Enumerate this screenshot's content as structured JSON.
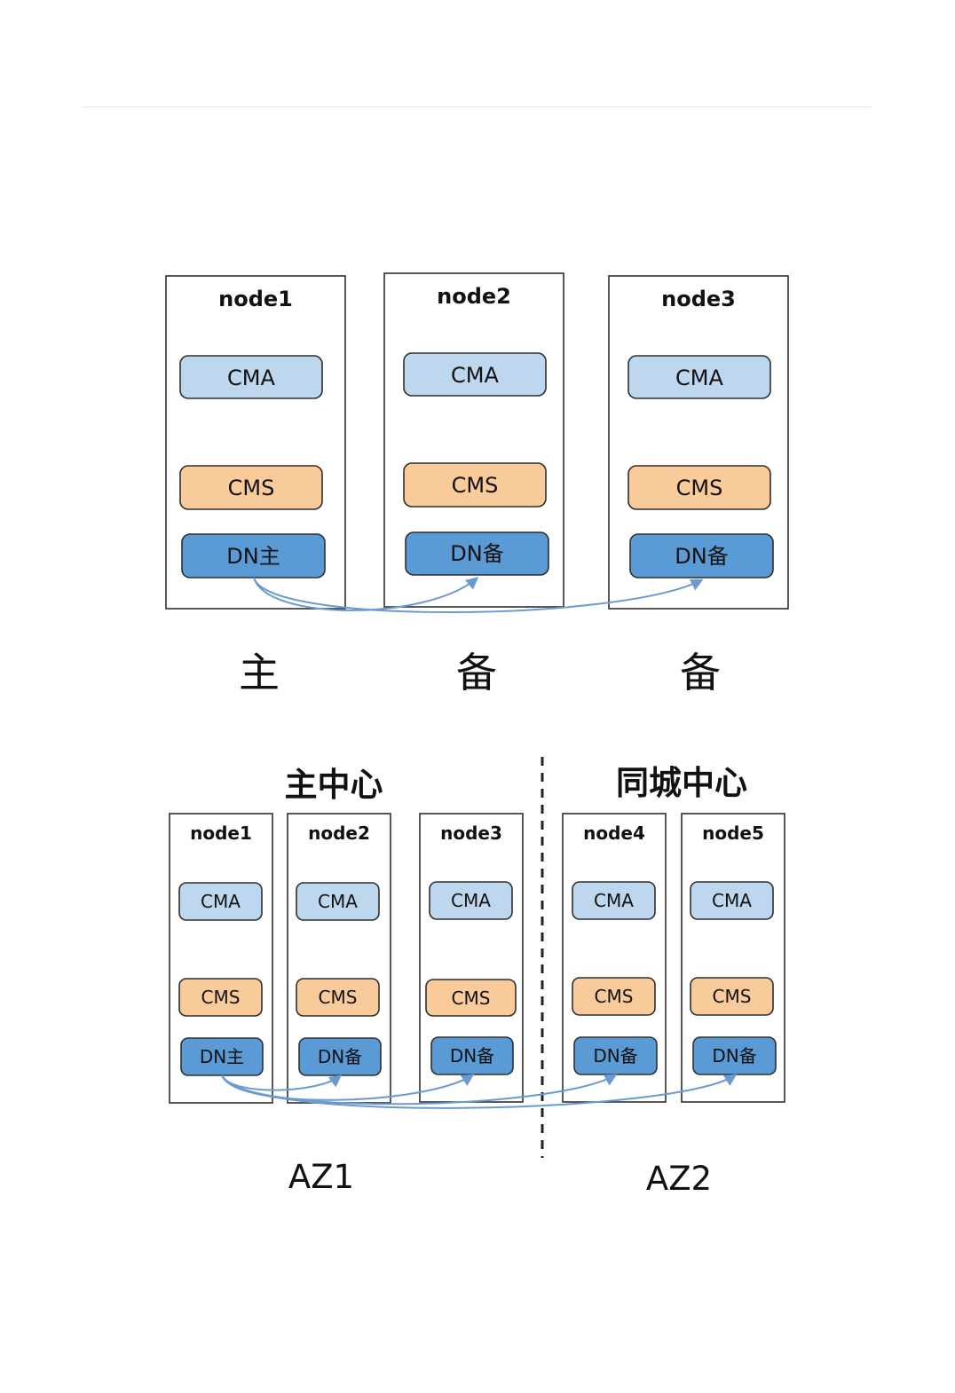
{
  "colors": {
    "cma_fill": "#bdd7ee",
    "cms_fill": "#f9ca9a",
    "dn_fill": "#5b9bd5",
    "arrow": "#6a9ad0",
    "border": "#2e2e2e"
  },
  "diagram_top": {
    "nodes": [
      {
        "title": "node1",
        "cma": "CMA",
        "cms": "CMS",
        "dn": "DN主"
      },
      {
        "title": "node2",
        "cma": "CMA",
        "cms": "CMS",
        "dn": "DN备"
      },
      {
        "title": "node3",
        "cma": "CMA",
        "cms": "CMS",
        "dn": "DN备"
      }
    ],
    "roles": [
      "主",
      "备",
      "备"
    ]
  },
  "diagram_bottom": {
    "groups": [
      {
        "title": "主中心",
        "az": "AZ1"
      },
      {
        "title": "同城中心",
        "az": "AZ2"
      }
    ],
    "nodes": [
      {
        "title": "node1",
        "cma": "CMA",
        "cms": "CMS",
        "dn": "DN主"
      },
      {
        "title": "node2",
        "cma": "CMA",
        "cms": "CMS",
        "dn": "DN备"
      },
      {
        "title": "node3",
        "cma": "CMA",
        "cms": "CMS",
        "dn": "DN备"
      },
      {
        "title": "node4",
        "cma": "CMA",
        "cms": "CMS",
        "dn": "DN备"
      },
      {
        "title": "node5",
        "cma": "CMA",
        "cms": "CMS",
        "dn": "DN备"
      }
    ]
  }
}
